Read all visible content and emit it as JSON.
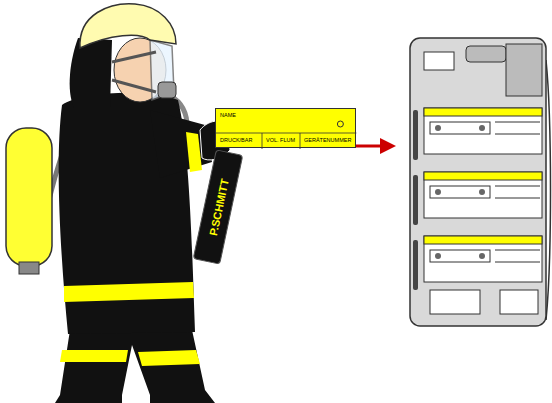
{
  "diagram": {
    "nodes": [
      {
        "text": [
          "NAME",
          "DRUCK/BAR",
          "VOL. FLUM",
          "GERÄTENUMMER"
        ]
      },
      {
        "text": [
          "P.SCHMITT"
        ]
      }
    ]
  }
}
